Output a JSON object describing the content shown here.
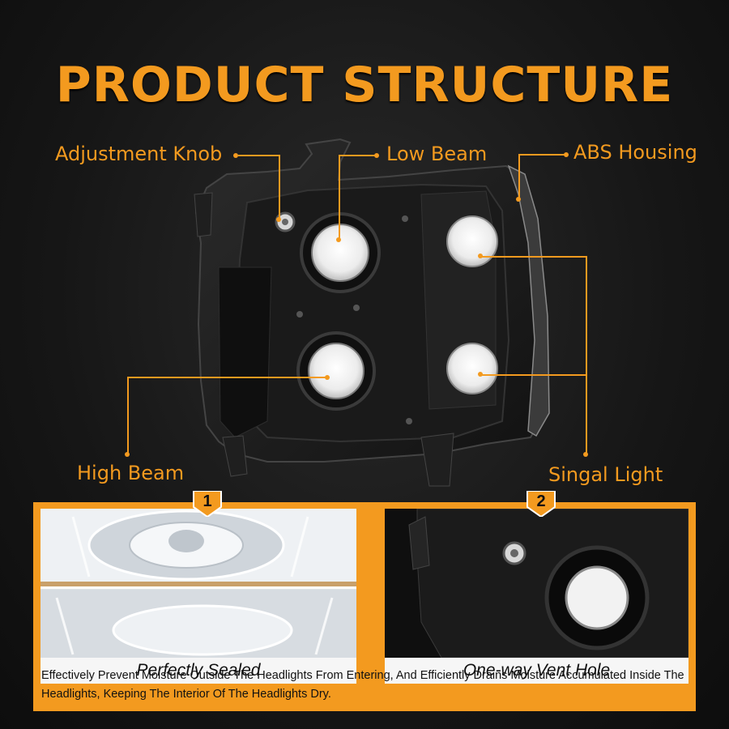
{
  "title": "PRODUCT STRUCTURE",
  "labels": {
    "adjustment_knob": "Adjustment Knob",
    "low_beam": "Low Beam",
    "abs_housing": "ABS Housing",
    "high_beam": "High Beam",
    "signal_light": "Singal Light"
  },
  "features": [
    {
      "number": "1",
      "caption": "Perfectly Sealed"
    },
    {
      "number": "2",
      "caption": "One-way Vent Hole"
    }
  ],
  "description": "Effectively Prevent Moisture Outside The Headlights From Entering, And Efficiently Drains Moisture Accumulated Inside The Headlights, Keeping The Interior Of The Headlights Dry.",
  "colors": {
    "accent": "#f39a1f",
    "background": "#161616",
    "housing": "#1c1c1c"
  }
}
